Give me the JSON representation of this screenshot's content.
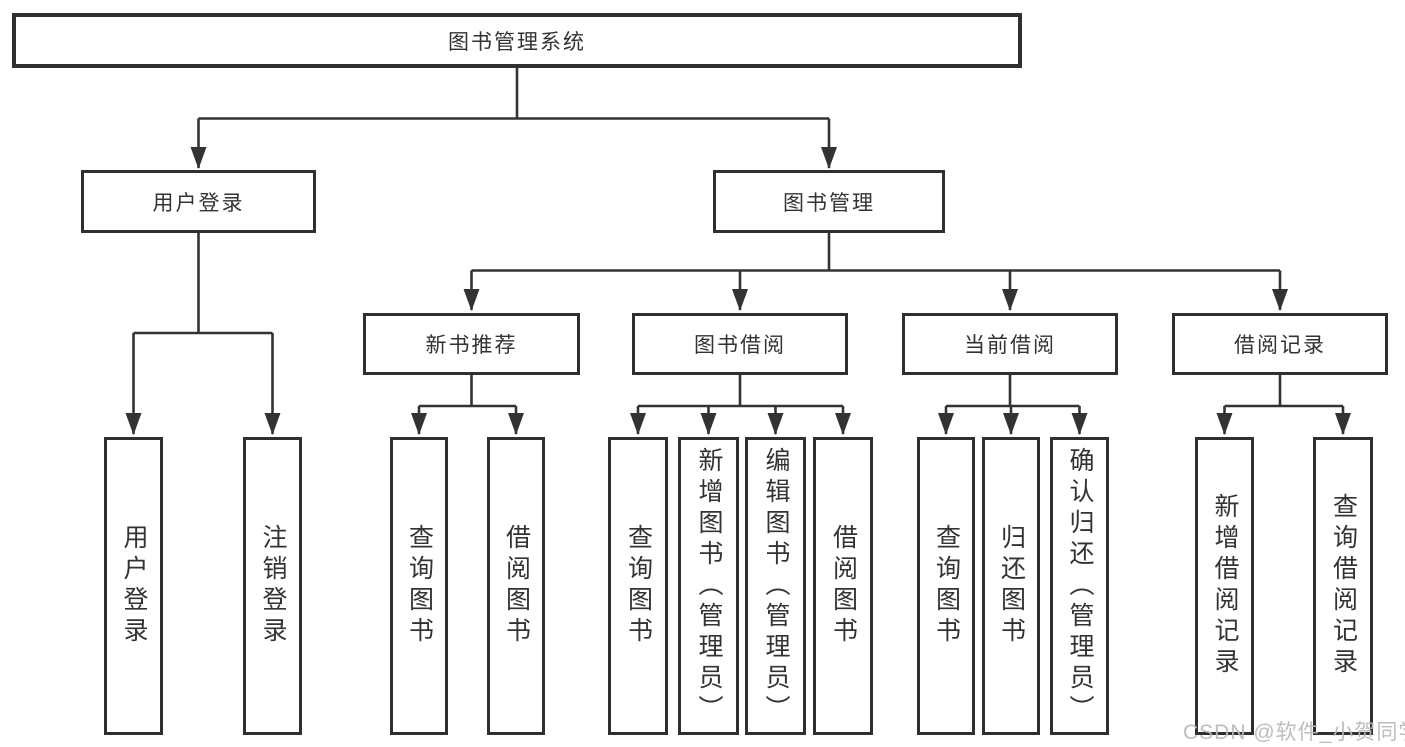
{
  "diagram_title": "图书管理系统",
  "nodes": {
    "root": {
      "label": "图书管理系统"
    },
    "l2": [
      {
        "label": "用户登录"
      },
      {
        "label": "图书管理"
      }
    ],
    "l3": [
      {
        "label": "新书推荐"
      },
      {
        "label": "图书借阅"
      },
      {
        "label": "当前借阅"
      },
      {
        "label": "借阅记录"
      }
    ],
    "leaves": [
      {
        "label": "用户登录",
        "parent": "用户登录"
      },
      {
        "label": "注销登录",
        "parent": "用户登录"
      },
      {
        "label": "查询图书",
        "parent": "新书推荐"
      },
      {
        "label": "借阅图书",
        "parent": "新书推荐"
      },
      {
        "label": "查询图书",
        "parent": "图书借阅"
      },
      {
        "label": "新增图书（管理员）",
        "parent": "图书借阅"
      },
      {
        "label": "编辑图书（管理员）",
        "parent": "图书借阅"
      },
      {
        "label": "借阅图书",
        "parent": "图书借阅"
      },
      {
        "label": "查询图书",
        "parent": "当前借阅"
      },
      {
        "label": "归还图书",
        "parent": "当前借阅"
      },
      {
        "label": "确认归还（管理员）",
        "parent": "当前借阅"
      },
      {
        "label": "新增借阅记录",
        "parent": "借阅记录"
      },
      {
        "label": "查询借阅记录",
        "parent": "借阅记录"
      }
    ]
  },
  "watermark": "CSDN @软件_小贺同学",
  "colors": {
    "line": "#333333",
    "box_border": "#2f2f2f",
    "text": "#333333",
    "watermark": "#b9b9b9",
    "background": "#ffffff"
  }
}
